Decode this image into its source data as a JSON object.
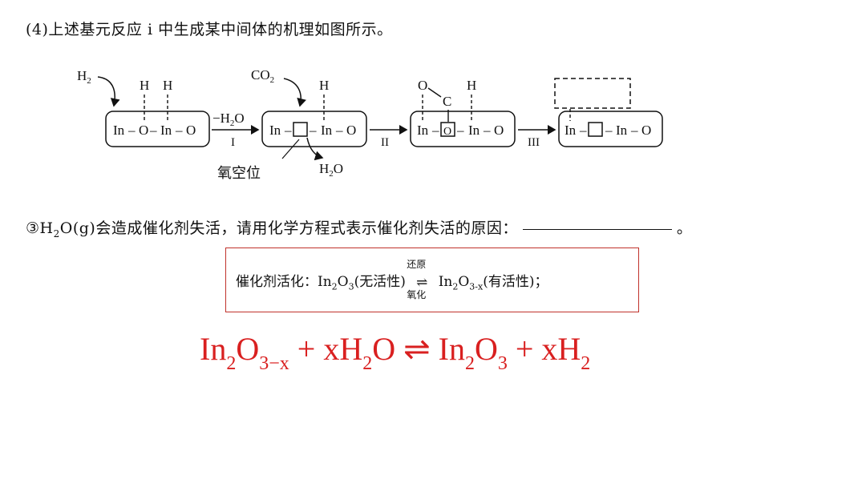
{
  "question_title": "(4)上述基元反应 i 中生成某中间体的机理如图所示。",
  "mechanism": {
    "reactant_h2": "H",
    "reactant_h2_sub": "2",
    "reactant_co2": "CO",
    "reactant_co2_sub": "2",
    "h_label": "H",
    "in_label": "In",
    "o_label": "O",
    "c_label": "C",
    "minus_water": "−H",
    "minus_water_sub": "2",
    "minus_water_tail": "O",
    "step1": "I",
    "step2": "II",
    "step3": "III",
    "vacancy_label": "氧空位",
    "water_out": "H",
    "water_out_sub": "2",
    "water_out_tail": "O"
  },
  "question3": {
    "text_before": "③H",
    "sub": "2",
    "text_after": "O(g)会造成催化剂失活，请用化学方程式表示催化剂失活的原因：",
    "end_mark": "。"
  },
  "activation_box": {
    "prefix": "催化剂活化：In",
    "sub1": "2",
    "o": "O",
    "sub2": "3",
    "inactive": "(无活性)",
    "arrow_top": "还原",
    "arrow_bottom": "氧化",
    "arrows": "⇌",
    "product_in": "In",
    "product_sub1": "2",
    "product_o": "O",
    "product_sub2": "3-x",
    "active": "(有活性)；"
  },
  "answer_equation": {
    "in1": "In",
    "in1_sub": "2",
    "o1": "O",
    "o1_sub": "3−x",
    "plus1": " + xH",
    "h_sub": "2",
    "o2": "O ",
    "arrow": "⇌",
    "in2": " In",
    "in2_sub": "2",
    "o3": "O",
    "o3_sub": "3",
    "plus2": " + xH",
    "h2_sub": "2"
  },
  "colors": {
    "accent_red": "#d92020",
    "box_border_red": "#c0322b"
  }
}
